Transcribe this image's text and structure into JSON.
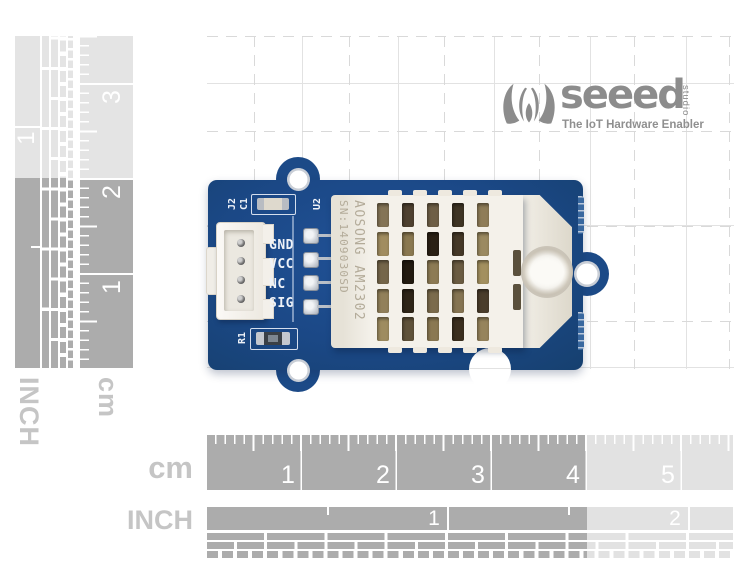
{
  "rulers": {
    "vertical_inch": {
      "label": "INCH",
      "numbers": [
        "1"
      ]
    },
    "vertical_cm": {
      "label": "cm",
      "numbers": [
        "3",
        "2",
        "1"
      ]
    },
    "horizontal_cm": {
      "label": "cm",
      "numbers": [
        "1",
        "2",
        "3",
        "4",
        "5"
      ]
    },
    "horizontal_inch": {
      "label": "INCH",
      "numbers": [
        "1",
        "2"
      ]
    }
  },
  "board": {
    "pin_labels": [
      "GND",
      "VCC",
      "NC",
      "SIG"
    ],
    "designators": {
      "connector": "J2",
      "capacitor": "C1",
      "sensor_ic": "U2",
      "resistor": "R1"
    },
    "sensor": {
      "line1": "AOSONG AM2302",
      "line2": "SN:1409030SD",
      "grille_colors": [
        [
          "#847456",
          "#4e4130",
          "#6e5f46",
          "#3e3424",
          "#8f7d58"
        ],
        [
          "#a18d60",
          "#8a7850",
          "#2a2014",
          "#453827",
          "#9b8a61"
        ],
        [
          "#75664a",
          "#221a10",
          "#8d7b54",
          "#6b5c42",
          "#a3905f"
        ],
        [
          "#92805a",
          "#2e2518",
          "#7b6b4c",
          "#857452",
          "#4a3d2b"
        ],
        [
          "#9e8c60",
          "#5f523a",
          "#8a7852",
          "#3b2f1f",
          "#96845c"
        ]
      ]
    }
  },
  "logo": {
    "wordmark": "seeed",
    "sub": "studio",
    "tagline": "The IoT Hardware Enabler"
  },
  "colors": {
    "pcb_blue": "#1d4e8e",
    "pcb_blue_dark": "#16406f",
    "sensor_white": "#f2efe8",
    "ruler_dark": "#acacac",
    "ruler_light": "#e4e4e4",
    "ruler_label_gray": "#c5c5c5",
    "logo_gray": "#8c8c8c",
    "silkscreen_white": "#eef2f8"
  }
}
